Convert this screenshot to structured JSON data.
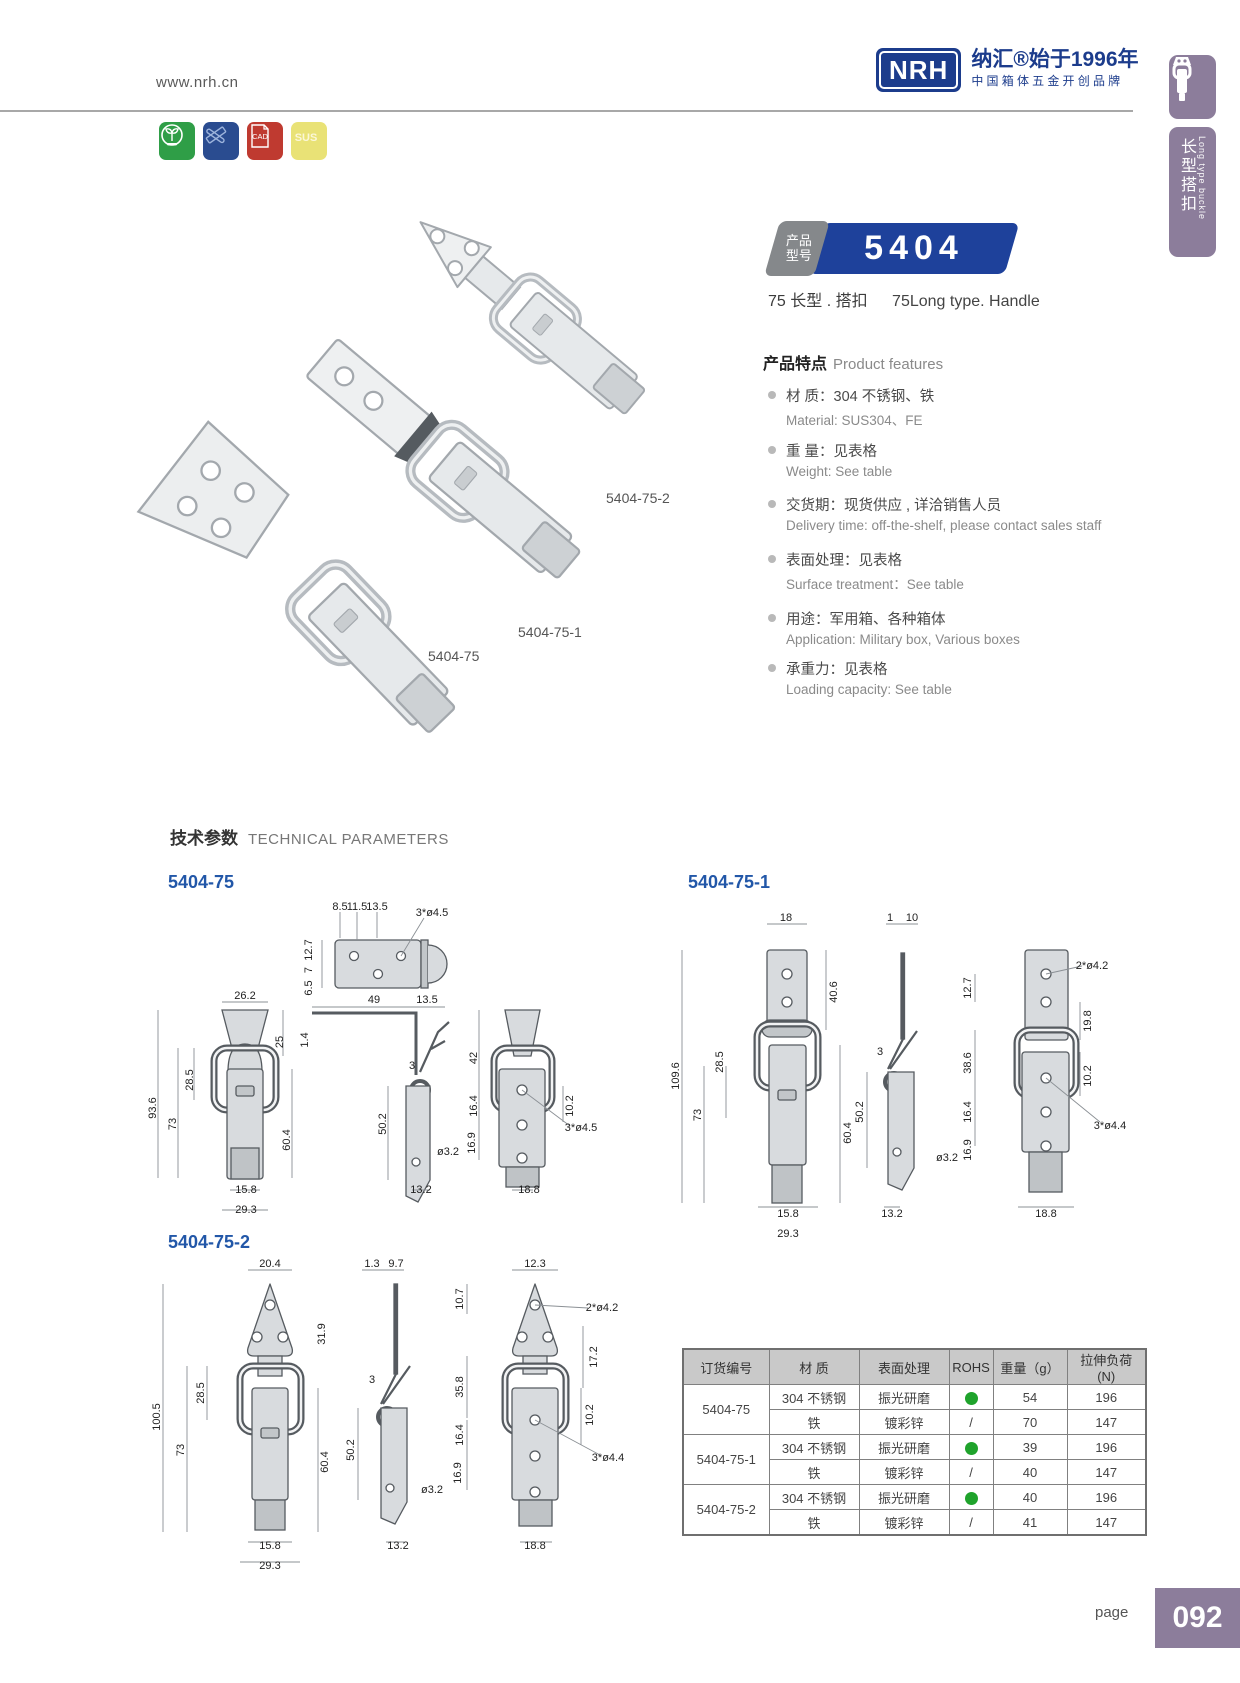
{
  "page": {
    "url": "www.nrh.cn",
    "page_word": "page",
    "page_number": "092"
  },
  "logo": {
    "brand": "NRH",
    "tagline_main": "纳汇®始于1996年",
    "tagline_sub": "中国箱体五金开创品牌"
  },
  "cert_icons": {
    "eco": "eco-leaf",
    "design": "design-tools",
    "cad": "CAD",
    "sus": "SUS"
  },
  "sidebar": {
    "tab_cn": "长型搭扣",
    "tab_en": "Long type buckle"
  },
  "badge": {
    "label_line1": "产品",
    "label_line2": "型号",
    "model": "5404",
    "subtitle_cn": "75 长型 . 搭扣",
    "subtitle_en": "75Long type. Handle"
  },
  "features": {
    "title_cn": "产品特点",
    "title_en": "Product features",
    "items": [
      {
        "cn": "材  质：304 不锈钢、铁",
        "en": "Material: SUS304、FE"
      },
      {
        "cn": "重  量：见表格",
        "en": "Weight: See table"
      },
      {
        "cn": "交货期：现货供应 , 详洽销售人员",
        "en": "Delivery time: off-the-shelf, please contact sales staff"
      },
      {
        "cn": "表面处理：见表格",
        "en": "Surface treatment：See table"
      },
      {
        "cn": "用途：军用箱、各种箱体",
        "en": "Application: Military box, Various boxes"
      },
      {
        "cn": "承重力：见表格",
        "en": "Loading capacity: See table"
      }
    ]
  },
  "photos": {
    "labels": [
      "5404-75",
      "5404-75-1",
      "5404-75-2"
    ]
  },
  "tech": {
    "title_cn": "技术参数",
    "title_en": "TECHNICAL PARAMETERS"
  },
  "drawings": {
    "d75": {
      "title": "5404-75",
      "dims": [
        "8.5",
        "11.5",
        "13.5",
        "3*ø4.5",
        "12.7",
        "7",
        "6.5",
        "49",
        "13.5",
        "26.2",
        "1.4",
        "25",
        "3",
        "93.6",
        "73",
        "28.5",
        "60.4",
        "50.2",
        "ø3.2",
        "42",
        "16.4",
        "16.9",
        "10.2",
        "3*ø4.5",
        "15.8",
        "29.3",
        "13.2",
        "18.8"
      ]
    },
    "d751": {
      "title": "5404-75-1",
      "dims": [
        "18",
        "40.6",
        "1",
        "10",
        "2*ø4.2",
        "12.7",
        "19.8",
        "38.6",
        "3",
        "109.6",
        "73",
        "28.5",
        "60.4",
        "50.2",
        "ø3.2",
        "16.4",
        "16.9",
        "10.2",
        "3*ø4.4",
        "15.8",
        "29.3",
        "13.2",
        "18.8"
      ]
    },
    "d752": {
      "title": "5404-75-2",
      "dims": [
        "20.4",
        "31.9",
        "1.3",
        "9.7",
        "12.3",
        "10.7",
        "2*ø4.2",
        "17.2",
        "35.8",
        "3",
        "28.5",
        "100.5",
        "73",
        "60.4",
        "50.2",
        "ø3.2",
        "16.4",
        "16.9",
        "10.2",
        "3*ø4.4",
        "15.8",
        "29.3",
        "13.2",
        "18.8"
      ]
    }
  },
  "table": {
    "headers": [
      "订货编号",
      "材  质",
      "表面处理",
      "ROHS",
      "重量（g）",
      "拉伸负荷 (N)"
    ],
    "groups": [
      {
        "model": "5404-75",
        "variants": [
          {
            "material": "304 不锈钢",
            "surface": "振光研磨",
            "rohs": "●",
            "weight": "54",
            "load": "196"
          },
          {
            "material": "铁",
            "surface": "镀彩锌",
            "rohs": "/",
            "weight": "70",
            "load": "147"
          }
        ]
      },
      {
        "model": "5404-75-1",
        "variants": [
          {
            "material": "304 不锈钢",
            "surface": "振光研磨",
            "rohs": "●",
            "weight": "39",
            "load": "196"
          },
          {
            "material": "铁",
            "surface": "镀彩锌",
            "rohs": "/",
            "weight": "40",
            "load": "147"
          }
        ]
      },
      {
        "model": "5404-75-2",
        "variants": [
          {
            "material": "304 不锈钢",
            "surface": "振光研磨",
            "rohs": "●",
            "weight": "40",
            "load": "196"
          },
          {
            "material": "铁",
            "surface": "镀彩锌",
            "rohs": "/",
            "weight": "41",
            "load": "147"
          }
        ]
      }
    ]
  },
  "colors": {
    "brand_blue": "#1c3c8c",
    "badge_blue": "#1e419b",
    "title_blue": "#2257a8",
    "purple": "#8c7d9b",
    "rohs_green": "#1fa32c",
    "table_header": "#c9c9c9"
  }
}
